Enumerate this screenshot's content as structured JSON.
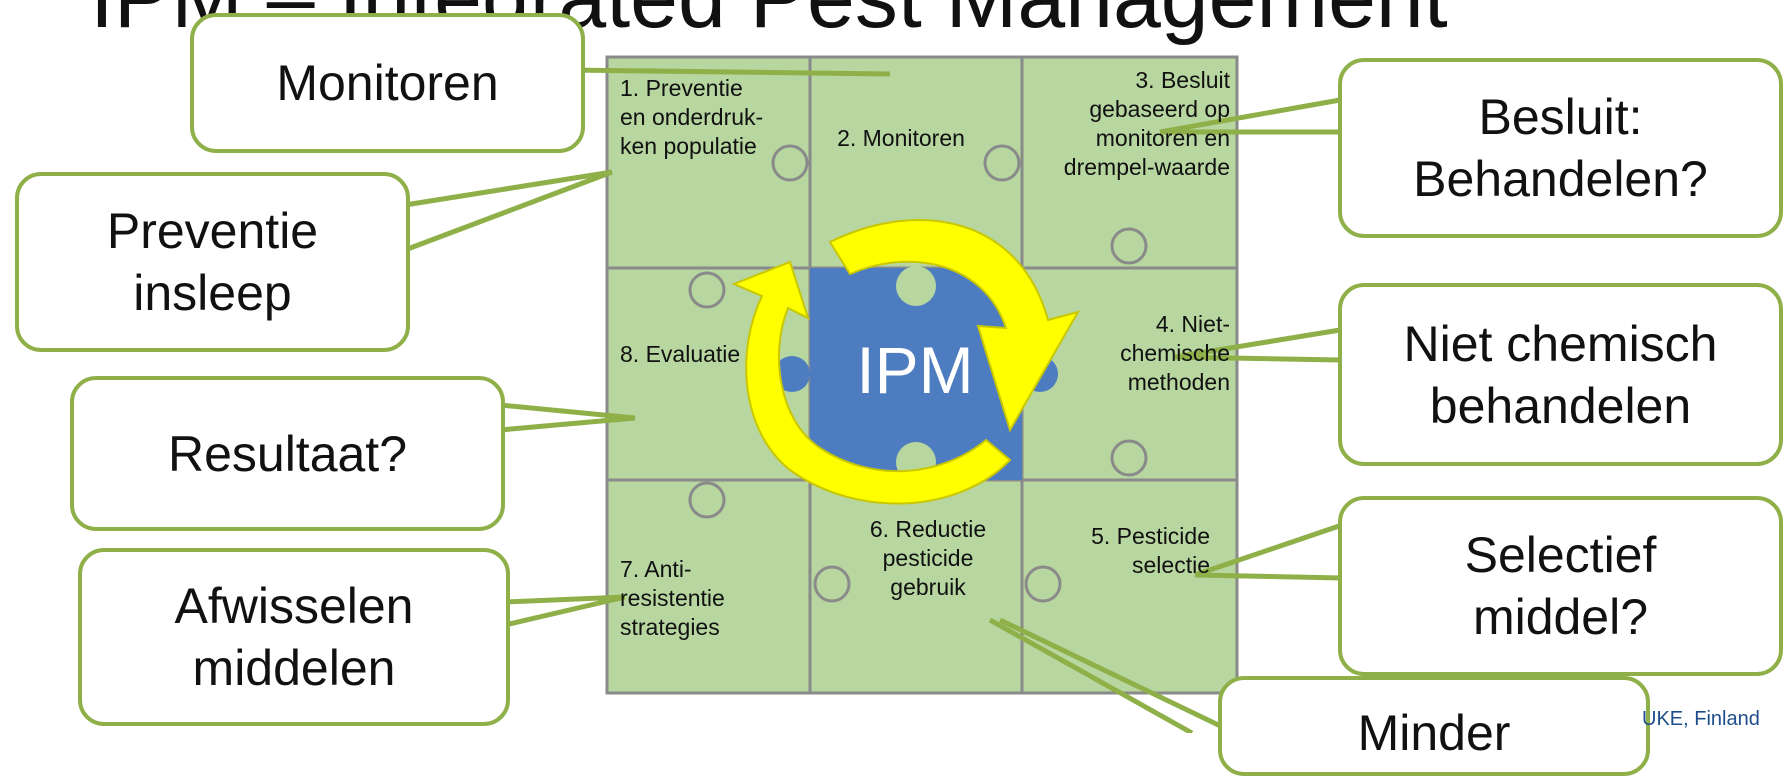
{
  "title": "IPM – Integrated Pest Management",
  "center_label": "IPM",
  "pieces": {
    "p1": "1. Preventie en onderdruk-ken populatie",
    "p2": "2. Monitoren",
    "p3": "3. Besluit gebaseerd op monitoren en drempel-waarde",
    "p4": "4. Niet-chemische methoden",
    "p5": "5. Pesticide selectie",
    "p6": "6. Reductie pesticide gebruik",
    "p7": "7. Anti-resistentie strategies",
    "p8": "8. Evaluatie"
  },
  "callouts": {
    "monitoren": "Monitoren",
    "preventie": "Preventie insleep",
    "resultaat": "Resultaat?",
    "afwisselen": "Afwisselen middelen",
    "besluit": "Besluit: Behandelen?",
    "niet_chemisch": "Niet chemisch behandelen",
    "selectief": "Selectief middel?",
    "minder": "Minder"
  },
  "footer": "UKE, Finland",
  "colors": {
    "puzzle_green": "#b7d6a0",
    "puzzle_lines": "#8a8a8a",
    "center_blue": "#4d7dc0",
    "arrow_yellow": "#ffff00",
    "arrow_dark": "#c9c800",
    "callout_border": "#8fb048",
    "footer_text": "#1f4e8c"
  }
}
